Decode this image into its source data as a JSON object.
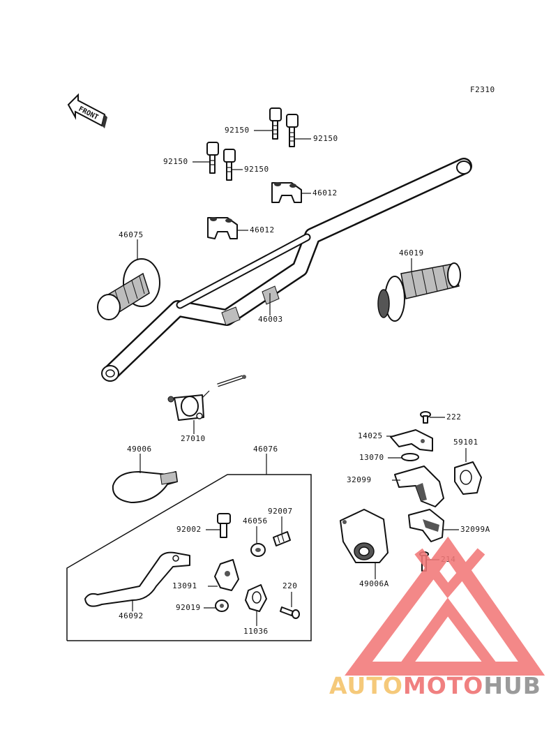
{
  "figure_code": "F2310",
  "front_arrow_label": "FRONT",
  "part_labels": {
    "p92150_a": "92150",
    "p92150_b": "92150",
    "p92150_c": "92150",
    "p92150_d": "92150",
    "p46012_a": "46012",
    "p46012_b": "46012",
    "p46075": "46075",
    "p46019": "46019",
    "p46003": "46003",
    "p27010": "27010",
    "p49006": "49006",
    "p46076": "46076",
    "p92002": "92002",
    "p46056": "46056",
    "p92007": "92007",
    "p13091": "13091",
    "p220": "220",
    "p92019": "92019",
    "p11036": "11036",
    "p46092": "46092",
    "p222": "222",
    "p14025": "14025",
    "p13070": "13070",
    "p59101": "59101",
    "p32099": "32099",
    "p32099A": "32099A",
    "p214": "214",
    "p49006A": "49006A"
  },
  "watermark": {
    "part1": "AUTO",
    "part2": "MOTO",
    "part3": "HUB",
    "colors": {
      "auto": "#f5c97a",
      "moto": "#f08080",
      "hub": "#9a9a9a",
      "logo": "#f27878"
    }
  }
}
